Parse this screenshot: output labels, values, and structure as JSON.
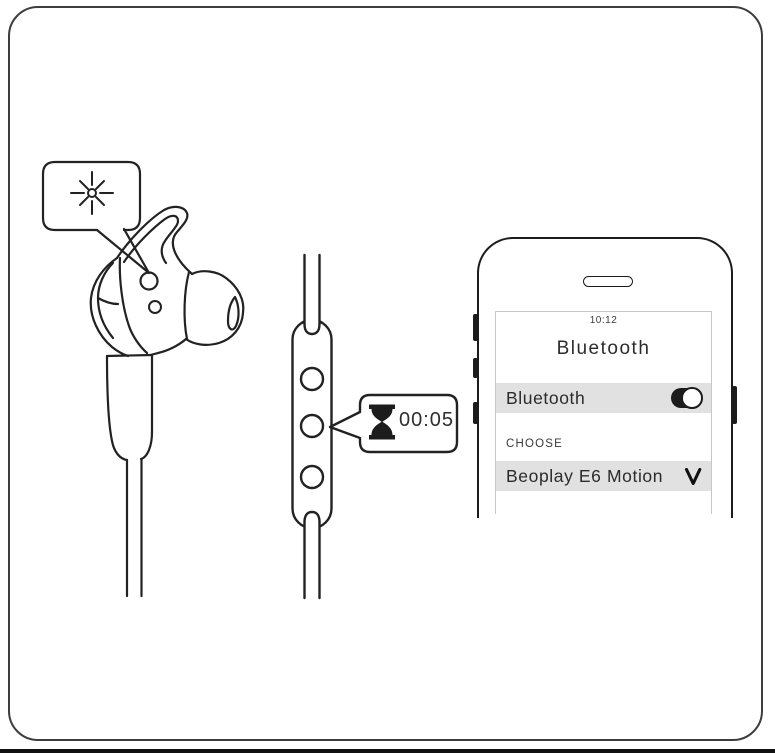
{
  "callouts": {
    "light": {
      "icon": "blinking-light-icon"
    },
    "timer": {
      "icon": "hourglass-icon",
      "value": "00:05"
    }
  },
  "phone_screen": {
    "status_time": "10:12",
    "title": "Bluetooth",
    "bluetooth_row": {
      "label": "Bluetooth",
      "toggle": "on"
    },
    "section_label": "CHOOSE",
    "device_row": {
      "label": "Beoplay E6 Motion",
      "checkmark": "selected"
    }
  },
  "colors": {
    "ink": "#1e1e1e",
    "row_bg": "#e1e1e1",
    "screen_border": "#c6c6c6",
    "frame_border": "#3d3d3d"
  }
}
